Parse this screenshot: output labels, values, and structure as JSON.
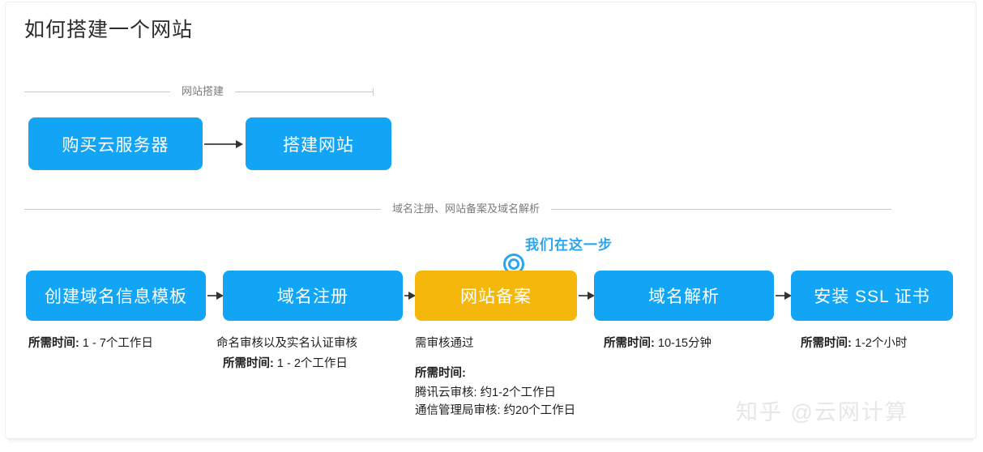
{
  "page": {
    "title": "如何搭建一个网站",
    "watermark": "知乎 @云网计算"
  },
  "colors": {
    "node_blue": "#13a5f5",
    "node_orange": "#f5b70b",
    "callout_blue": "#29a6ef",
    "divider_line": "#c9c9c9",
    "arrow": "#555555"
  },
  "sections": [
    {
      "label": "网站搭建"
    },
    {
      "label": "域名注册、网站备案及域名解析"
    }
  ],
  "flow_row_1": {
    "nodes": [
      {
        "label": "购买云服务器",
        "color": "blue"
      },
      {
        "label": "搭建网站",
        "color": "blue"
      }
    ]
  },
  "flow_row_2": {
    "callout": {
      "text": "我们在这一步",
      "marker_icon": "target-circle-icon"
    },
    "nodes": [
      {
        "label": "创建域名信息模板",
        "color": "blue"
      },
      {
        "label": "域名注册",
        "color": "blue"
      },
      {
        "label": "网站备案",
        "color": "orange"
      },
      {
        "label": "域名解析",
        "color": "blue"
      },
      {
        "label": "安装 SSL 证书",
        "color": "blue"
      }
    ],
    "captions": [
      {
        "line1_label": "所需时间:",
        "line1_value": "1 - 7个工作日"
      },
      {
        "note": "命名审核以及实名认证审核",
        "line1_label": "所需时间:",
        "line1_value": "1 - 2个工作日"
      },
      {
        "note": "需审核通过",
        "line1_label": "所需时间:",
        "sub1": "腾讯云审核: 约1-2个工作日",
        "sub2": "通信管理局审核: 约20个工作日"
      },
      {
        "line1_label": "所需时间:",
        "line1_value": "10-15分钟"
      },
      {
        "line1_label": "所需时间:",
        "line1_value": "1-2个小时"
      }
    ]
  }
}
